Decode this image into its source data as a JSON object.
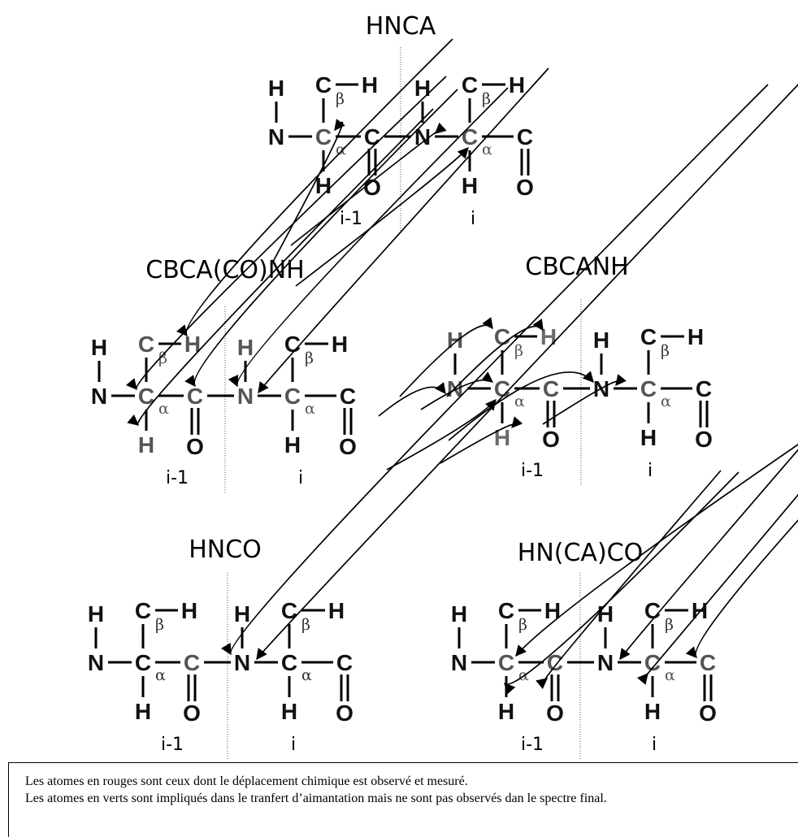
{
  "colors": {
    "black": "#111111",
    "gray": "#555555",
    "gray_light": "#6a6a6a"
  },
  "atoms": {
    "H": "H",
    "N": "N",
    "C": "C",
    "O": "O",
    "beta": "β",
    "alpha": "α"
  },
  "residues": {
    "prev": "i-1",
    "curr": "i"
  },
  "panels": [
    {
      "id": "hnca",
      "title": "HNCA"
    },
    {
      "id": "cbcaconh",
      "title": "CBCA(CO)NH"
    },
    {
      "id": "cbcanh",
      "title": "CBCANH"
    },
    {
      "id": "hnco",
      "title": "HNCO"
    },
    {
      "id": "hncaco",
      "title": "HN(CA)CO"
    }
  ],
  "legend": {
    "line1": "Les atomes en rouges sont ceux dont le déplacement chimique est observé et mesuré.",
    "line2": "Les atomes en verts sont impliqués dans le tranfert d’aimantation mais ne sont pas observés dan le spectre final."
  }
}
